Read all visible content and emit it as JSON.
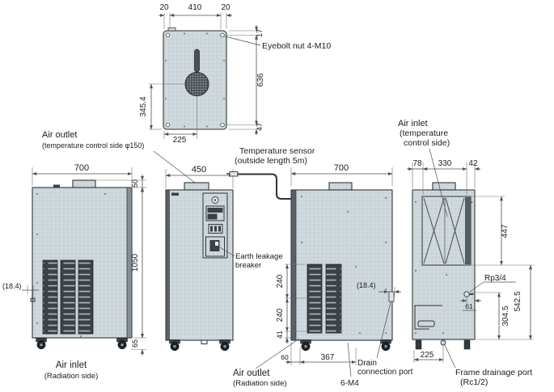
{
  "drawing": {
    "type": "dimensional outline drawing",
    "unit_views": [
      "plan view",
      "radiation-side front view",
      "control front view",
      "rear louver view",
      "temperature-control side view"
    ]
  },
  "colors": {
    "panel_fill": "#cdd6da",
    "louver_dark": "#3b4146",
    "outline": "#31363a",
    "dimension_line": "#4a4f53",
    "text": "#1c1c1c"
  },
  "top_view": {
    "dim_left20": "20",
    "dim_width": "410",
    "dim_right20": "20",
    "dim_front": "17",
    "dim_depth": "636",
    "dim_back": "47",
    "dim_outlet_y": "345.4",
    "dim_outlet_x": "225",
    "eyebolt_label": "Eyebolt nut 4-M10"
  },
  "outlet_label": {
    "line1": "Air outlet",
    "line2": "(temperature control side φ150)"
  },
  "front_view": {
    "dim_width": "700",
    "dim_offset": "(18.4)",
    "dim_duct": "50",
    "dim_body": "1050",
    "dim_caster": "65",
    "caption1": "Air inlet",
    "caption2": "(Radiation side)"
  },
  "side_view": {
    "dim_width": "450",
    "breaker_line1": "Earth leakage",
    "breaker_line2": "breaker"
  },
  "sensor": {
    "line1": "Temperature sensor",
    "line2": "(outside length 5m)"
  },
  "rear_view": {
    "dim_width": "700",
    "dim_louver_top": "240",
    "dim_louver_bottom": "240",
    "dim_base": "41",
    "dim_offset": "(18.4)",
    "dim_x1": "60",
    "dim_x2": "367",
    "caption1": "Air outlet",
    "caption2": "(Radiation side)",
    "screw_label": "6-M4",
    "drain_line1": "Drain",
    "drain_line2": "connection port"
  },
  "right_view": {
    "dim_front": "78",
    "dim_grille": "330",
    "dim_back": "42",
    "dim_grille_h": "447",
    "dim_port_x": "61",
    "dim_port_h": "304.5",
    "dim_total_h": "542.5",
    "dim_foot": "225",
    "port_label": "Rp3/4",
    "inlet_line1": "Air inlet",
    "inlet_line2": "(temperature",
    "inlet_line3": "control side)",
    "drain_line1": "Frame drainage port",
    "drain_line2": "(Rc1/2)"
  }
}
